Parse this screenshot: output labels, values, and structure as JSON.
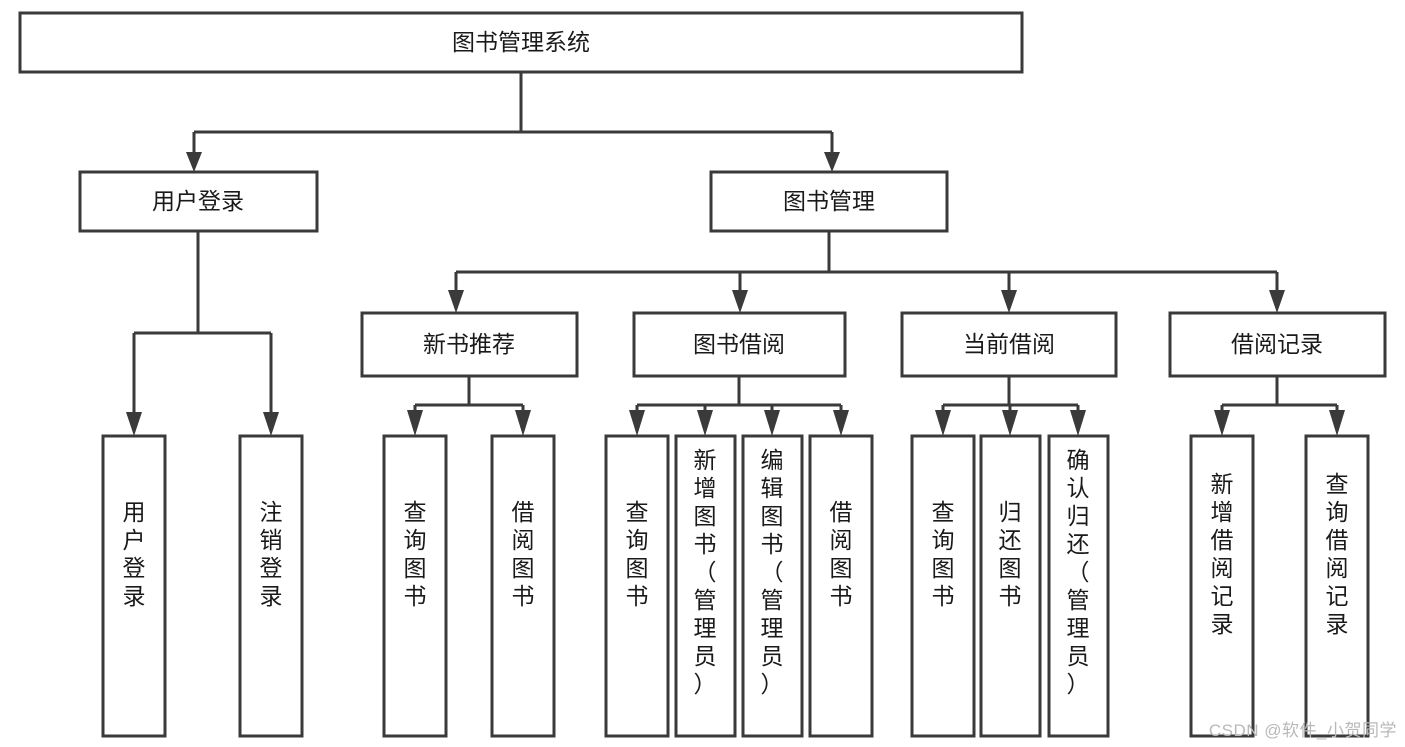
{
  "diagram": {
    "type": "tree-hierarchy-diagram",
    "title": "图书管理系统",
    "root": {
      "id": "root",
      "label": "图书管理系统",
      "orientation": "horizontal"
    },
    "level2": [
      {
        "id": "user-login",
        "label": "用户登录",
        "orientation": "horizontal"
      },
      {
        "id": "book-manage",
        "label": "图书管理",
        "orientation": "horizontal"
      }
    ],
    "level3": [
      {
        "id": "new-book-recommend",
        "label": "新书推荐",
        "orientation": "horizontal",
        "parent": "book-manage"
      },
      {
        "id": "book-borrow",
        "label": "图书借阅",
        "orientation": "horizontal",
        "parent": "book-manage"
      },
      {
        "id": "current-borrow",
        "label": "当前借阅",
        "orientation": "horizontal",
        "parent": "book-manage"
      },
      {
        "id": "borrow-record",
        "label": "借阅记录",
        "orientation": "horizontal",
        "parent": "book-manage"
      }
    ],
    "leaves": [
      {
        "id": "leaf-user-login",
        "label": "用户登录",
        "orientation": "vertical",
        "parent": "user-login"
      },
      {
        "id": "leaf-logout-login",
        "label": "注销登录",
        "orientation": "vertical",
        "parent": "user-login"
      },
      {
        "id": "leaf-query-book-1",
        "label": "查询图书",
        "orientation": "vertical",
        "parent": "new-book-recommend"
      },
      {
        "id": "leaf-borrow-book-1",
        "label": "借阅图书",
        "orientation": "vertical",
        "parent": "new-book-recommend"
      },
      {
        "id": "leaf-query-book-2",
        "label": "查询图书",
        "orientation": "vertical",
        "parent": "book-borrow"
      },
      {
        "id": "leaf-add-book-admin",
        "label": "新增图书（管理员）",
        "orientation": "vertical",
        "parent": "book-borrow"
      },
      {
        "id": "leaf-edit-book-admin",
        "label": "编辑图书（管理员）",
        "orientation": "vertical",
        "parent": "book-borrow"
      },
      {
        "id": "leaf-borrow-book-2",
        "label": "借阅图书",
        "orientation": "vertical",
        "parent": "book-borrow"
      },
      {
        "id": "leaf-query-book-3",
        "label": "查询图书",
        "orientation": "vertical",
        "parent": "current-borrow"
      },
      {
        "id": "leaf-return-book",
        "label": "归还图书",
        "orientation": "vertical",
        "parent": "current-borrow"
      },
      {
        "id": "leaf-confirm-return-admin",
        "label": "确认归还（管理员）",
        "orientation": "vertical",
        "parent": "current-borrow"
      },
      {
        "id": "leaf-add-borrow-record",
        "label": "新增借阅记录",
        "orientation": "vertical",
        "parent": "borrow-record"
      },
      {
        "id": "leaf-query-borrow-record",
        "label": "查询借阅记录",
        "orientation": "vertical",
        "parent": "borrow-record"
      }
    ]
  },
  "watermark": {
    "text": "CSDN @软件_小贺同学"
  },
  "colors": {
    "stroke": "#3a3a3a",
    "box_fill": "#ffffff",
    "text": "#1a1a1a",
    "background": "#ffffff",
    "watermark": "#b9b9b9"
  }
}
